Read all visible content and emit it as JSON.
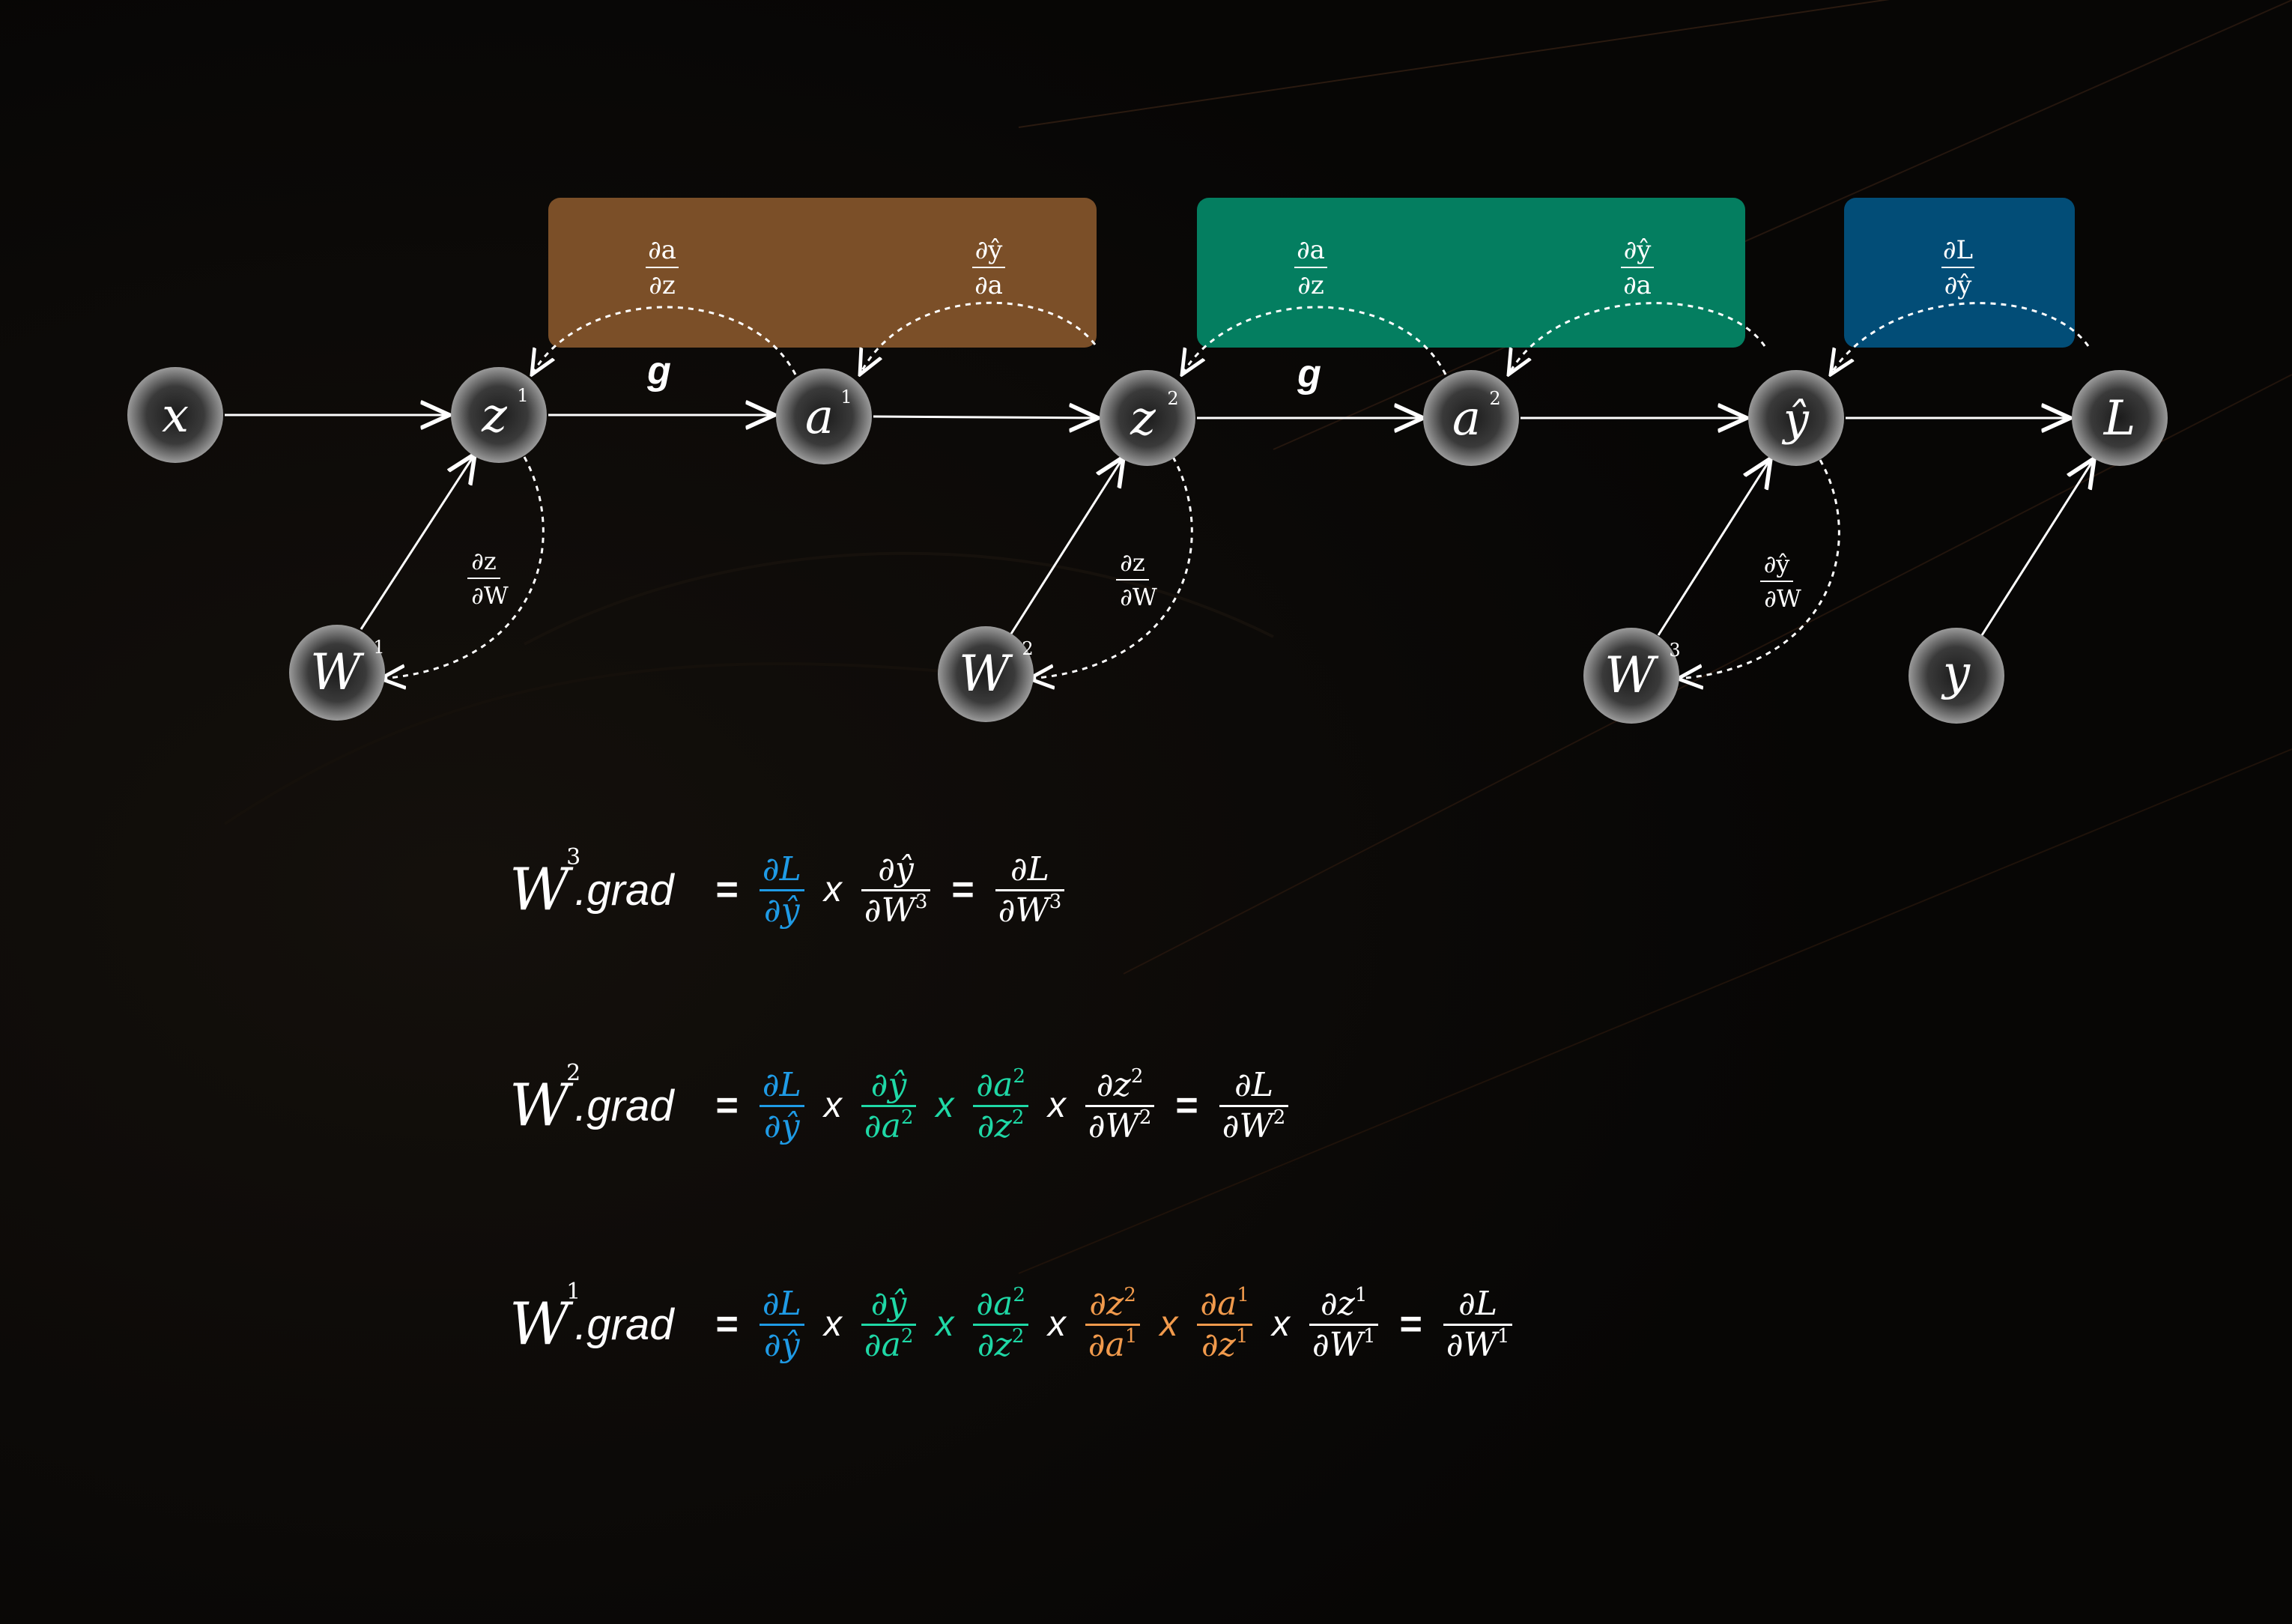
{
  "colors": {
    "background": "#070605",
    "box_brown": "#7b4f28",
    "box_green": "#047e60",
    "box_blue": "#024d77",
    "blue": "#1f9be6",
    "green": "#1fd8a6",
    "orange": "#f19a4c",
    "node_fill": "#3a3a3a"
  },
  "graph": {
    "nodes": {
      "x": "x",
      "z1": "z",
      "z1_sup": "1",
      "a1": "a",
      "a1_sup": "1",
      "z2": "z",
      "z2_sup": "2",
      "a2": "a",
      "a2_sup": "2",
      "yhat": "ŷ",
      "L": "L",
      "W1": "W",
      "W1_sup": "1",
      "W2": "W",
      "W2_sup": "2",
      "W3": "W",
      "W3_sup": "3",
      "y": "y"
    },
    "g_labels": [
      "g",
      "g"
    ],
    "box_brown": {
      "left": {
        "num": "∂a",
        "den": "∂z"
      },
      "right": {
        "num": "∂ŷ",
        "den": "∂a"
      }
    },
    "box_green": {
      "left": {
        "num": "∂a",
        "den": "∂z"
      },
      "right": {
        "num": "∂ŷ",
        "den": "∂a"
      }
    },
    "box_blue": {
      "num": "∂L",
      "den": "∂ŷ"
    },
    "weight_grads": [
      {
        "num": "∂z",
        "den": "∂W"
      },
      {
        "num": "∂z",
        "den": "∂W"
      },
      {
        "num": "∂ŷ",
        "den": "∂W"
      }
    ]
  },
  "equations": {
    "W3": {
      "lhs_W": "W",
      "lhs_sup": "3",
      "lhs_grad": ".grad",
      "eq1": "=",
      "times": "x",
      "eq2": "=",
      "f1_num": "∂L",
      "f1_den": "∂ŷ",
      "f2_num": "∂ŷ",
      "f2_den": "∂W",
      "f2_den_sup": "3",
      "r_num": "∂L",
      "r_den": "∂W",
      "r_den_sup": "3"
    },
    "W2": {
      "lhs_W": "W",
      "lhs_sup": "2",
      "lhs_grad": ".grad",
      "eq1": "=",
      "times": "x",
      "eq2": "=",
      "f1_num": "∂L",
      "f1_den": "∂ŷ",
      "f2_num": "∂ŷ",
      "f2_den": "∂a",
      "f2_den_sup": "2",
      "f3_num": "∂a",
      "f3_num_sup": "2",
      "f3_den": "∂z",
      "f3_den_sup": "2",
      "f4_num": "∂z",
      "f4_num_sup": "2",
      "f4_den": "∂W",
      "f4_den_sup": "2",
      "r_num": "∂L",
      "r_den": "∂W",
      "r_den_sup": "2"
    },
    "W1": {
      "lhs_W": "W",
      "lhs_sup": "1",
      "lhs_grad": ".grad",
      "eq1": "=",
      "times": "x",
      "eq2": "=",
      "f1_num": "∂L",
      "f1_den": "∂ŷ",
      "f2_num": "∂ŷ",
      "f2_den": "∂a",
      "f2_den_sup": "2",
      "f3_num": "∂a",
      "f3_num_sup": "2",
      "f3_den": "∂z",
      "f3_den_sup": "2",
      "f4_num": "∂z",
      "f4_num_sup": "2",
      "f4_den": "∂a",
      "f4_den_sup": "1",
      "f5_num": "∂a",
      "f5_num_sup": "1",
      "f5_den": "∂z",
      "f5_den_sup": "1",
      "f6_num": "∂z",
      "f6_num_sup": "1",
      "f6_den": "∂W",
      "f6_den_sup": "1",
      "r_num": "∂L",
      "r_den": "∂W",
      "r_den_sup": "1"
    }
  }
}
